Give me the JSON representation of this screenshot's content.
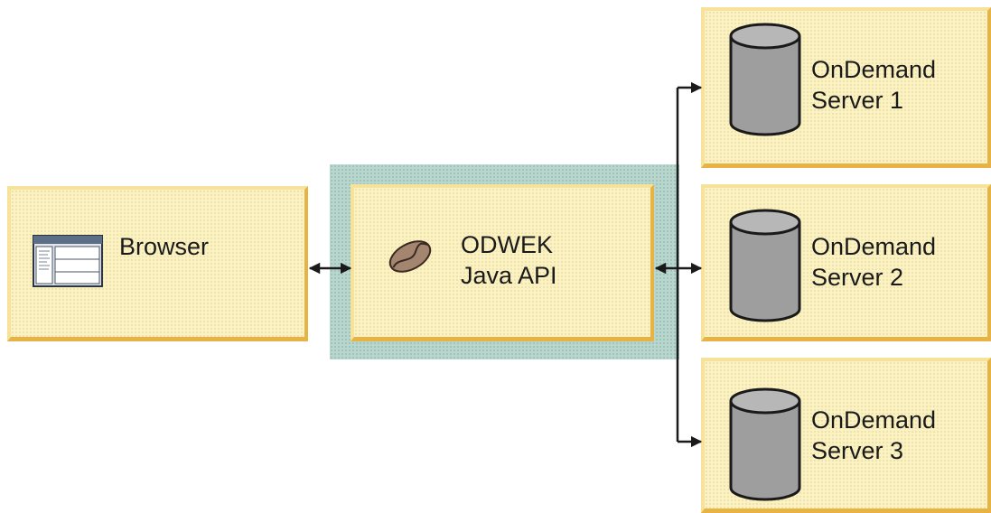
{
  "browser": {
    "label": "Browser",
    "icon": "browser-window-icon"
  },
  "api": {
    "line1": "ODWEK",
    "line2": "Java API",
    "icon": "java-bean-icon"
  },
  "servers": [
    {
      "line1": "OnDemand",
      "line2": "Server 1",
      "icon": "database-cylinder-icon"
    },
    {
      "line1": "OnDemand",
      "line2": "Server 2",
      "icon": "database-cylinder-icon"
    },
    {
      "line1": "OnDemand",
      "line2": "Server 3",
      "icon": "database-cylinder-icon"
    }
  ],
  "colors": {
    "box_fill": "#fbf2c4",
    "box_shadow": "#e7b345",
    "halo": "#b9d6cc",
    "line": "#1a1a1a",
    "cylinder": "#9e9e9e"
  }
}
